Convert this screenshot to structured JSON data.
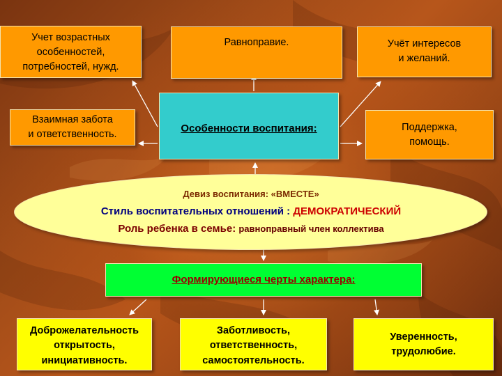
{
  "top_boxes": {
    "age": [
      "Учет возрастных",
      "особенностей,",
      "потребностей, нужд."
    ],
    "equality": [
      "Равноправие."
    ],
    "interests": [
      "Учёт интересов",
      "и желаний."
    ]
  },
  "middle_boxes": {
    "care": [
      "Взаимная забота",
      "и ответственность."
    ],
    "support": [
      "Поддержка,",
      "помощь."
    ]
  },
  "center_box": {
    "title": "Особенности воспитания:"
  },
  "motto": {
    "line1": "Девиз воспитания:  «ВМЕСТЕ»",
    "line2_prefix": "Стиль воспитательных отношений : ",
    "line2_value": "ДЕМОКРАТИЧЕСКИЙ",
    "line3_prefix": "Роль ребенка в семье: ",
    "line3_value": "равноправный член коллектива"
  },
  "traits_box": {
    "title": "Формирующиеся черты характера:"
  },
  "bottom_boxes": {
    "kindness": [
      "Доброжелательность",
      "открытость,",
      "инициативность."
    ],
    "caring": [
      "Заботливость,",
      "ответственность,",
      "самостоятельность."
    ],
    "confidence": [
      "Уверенность,",
      "трудолюбие."
    ]
  },
  "colors": {
    "orange_box": "#ff9900",
    "teal_box": "#33cccc",
    "ellipse": "#ffff99",
    "green_box": "#00ff33",
    "yellow_box": "#ffff00",
    "arrows": "#ffffff"
  }
}
